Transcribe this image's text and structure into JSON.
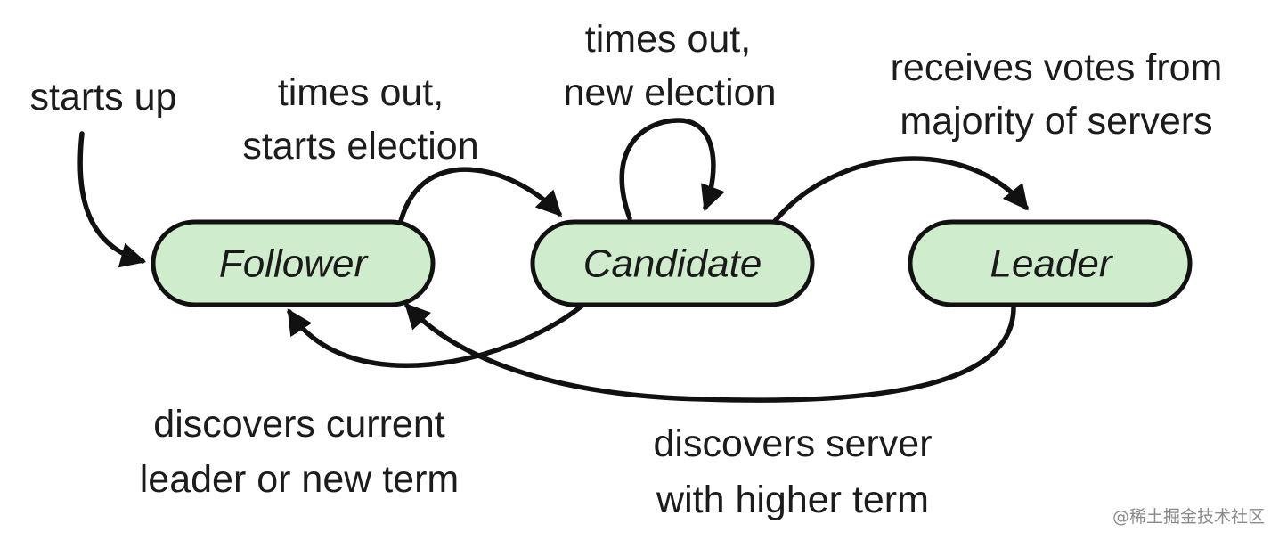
{
  "diagram": {
    "states": {
      "follower": "Follower",
      "candidate": "Candidate",
      "leader": "Leader"
    },
    "transitions": {
      "start": [
        "starts up"
      ],
      "follower_to_candidate": [
        "times out,",
        "starts election"
      ],
      "candidate_self": [
        "times out,",
        "new election"
      ],
      "candidate_to_leader": [
        "receives votes from",
        "majority of servers"
      ],
      "candidate_to_follower": [
        "discovers current",
        "leader or new term"
      ],
      "leader_to_follower": [
        "discovers server",
        "with higher term"
      ]
    },
    "colors": {
      "node_fill": "#cfeccc",
      "stroke": "#111111",
      "text": "#1c1c1c"
    }
  },
  "watermark": "@稀土掘金技术社区"
}
